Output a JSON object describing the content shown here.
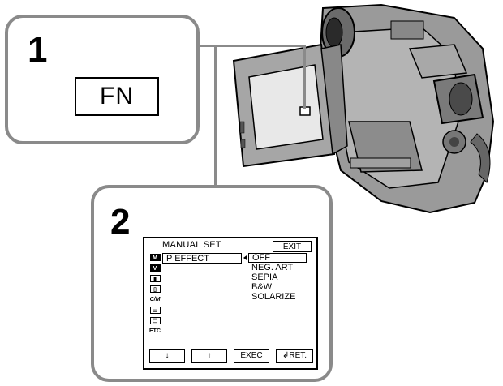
{
  "step1": {
    "number": "1",
    "button_label": "FN"
  },
  "step2": {
    "number": "2",
    "screen": {
      "title": "MANUAL SET",
      "exit_label": "EXIT",
      "side_icons": [
        {
          "name": "manual-set-icon",
          "glyph": "M",
          "selected": true
        },
        {
          "name": "camera-set-icon",
          "glyph": "V",
          "selected": false
        },
        {
          "name": "playback-set-icon",
          "glyph": "▮",
          "selected": false
        },
        {
          "name": "lcd-set-icon",
          "glyph": "▯",
          "selected": false
        },
        {
          "name": "cm-set-icon",
          "glyph": "C/M",
          "selected": false
        },
        {
          "name": "tape-set-icon",
          "glyph": "▭",
          "selected": false
        },
        {
          "name": "setup-menu-icon",
          "glyph": "☐",
          "selected": false
        },
        {
          "name": "etc-icon",
          "glyph": "ETC",
          "selected": false
        }
      ],
      "menu_item": "P EFFECT",
      "options": [
        {
          "label": "OFF",
          "selected": true
        },
        {
          "label": "NEG. ART",
          "selected": false
        },
        {
          "label": "SEPIA",
          "selected": false
        },
        {
          "label": "B&W",
          "selected": false
        },
        {
          "label": "SOLARIZE",
          "selected": false
        }
      ],
      "buttons": {
        "down": "↓",
        "up": "↑",
        "exec": "EXEC",
        "ret": "RET.",
        "ret_glyph": "↲"
      }
    }
  }
}
